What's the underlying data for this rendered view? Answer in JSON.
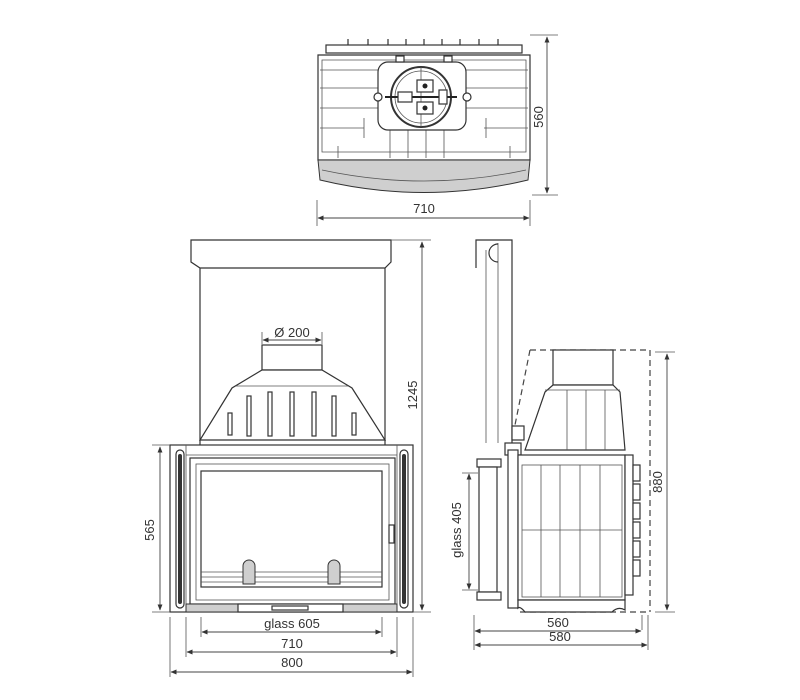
{
  "drawing": {
    "top_view": {
      "width_label": "710",
      "depth_label": "560"
    },
    "front_view": {
      "flue_label": "Ø 200",
      "total_height_label": "1245",
      "firebox_height_label": "565",
      "glass_width_label": "glass 605",
      "body_width_label": "710",
      "total_width_label": "800"
    },
    "side_view": {
      "glass_height_label": "glass 405",
      "height_label": "880",
      "depth_label": "560",
      "total_depth_label": "580"
    }
  }
}
